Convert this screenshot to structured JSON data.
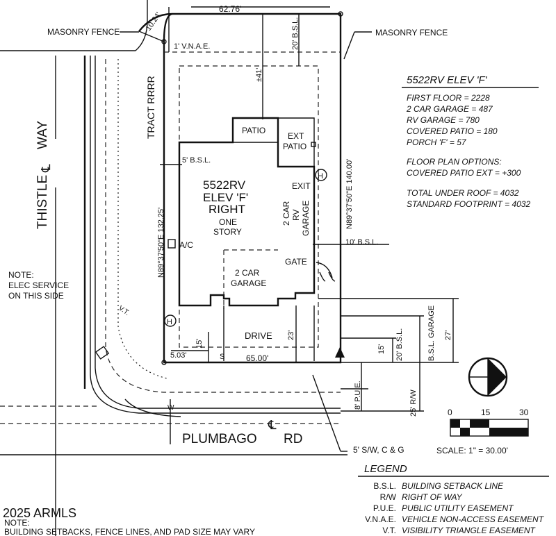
{
  "streets": {
    "thistle": "THISTLE",
    "way": "WAY",
    "plumbago": "PLUMBAGO",
    "rd": "RD",
    "tract": "TRACT RRRR"
  },
  "site_labels": {
    "masonry_fence_left": "MASONRY FENCE",
    "masonry_fence_right": "MASONRY FENCE",
    "vnae": "1' V.N.A.E.",
    "top_dim": "62.76'",
    "corner_dim": "10.24'",
    "rear_bsl": "20' B.S.L.",
    "depth_dim": "±41'",
    "patio": "PATIO",
    "ext_patio_1": "EXT",
    "ext_patio_2": "PATIO",
    "side_bsl": "5' B.S.L.",
    "left_bearing": "N89°37'50\"E  132.25'",
    "right_bearing": "N89°37'50\"E  140.00'",
    "house_1": "5522RV",
    "house_2": "ELEV 'F'",
    "house_3": "RIGHT",
    "house_4": "ONE",
    "house_5": "STORY",
    "exit": "EXIT",
    "rv_garage_1": "2 CAR",
    "rv_garage_2": "RV",
    "rv_garage_3": "GARAGE",
    "ten_bsl": "10' B.S.L.",
    "ac": "A/C",
    "gate": "GATE",
    "garage_1": "2 CAR",
    "garage_2": "GARAGE",
    "drive": "DRIVE",
    "dim_15_left": "15'",
    "dim_23": "23'",
    "dim_503": "5.03'",
    "dim_s": "S",
    "dim_65": "65.00'",
    "note_left_1": "NOTE:",
    "note_left_2": "ELEC SERVICE",
    "note_left_3": "ON THIS SIDE",
    "vt": "V.T.",
    "pue": "8' P.U.E.",
    "rw": "25' R/W",
    "dim_15_right": "15'",
    "dim_20_bsl": "20' B.S.L.",
    "bsl_garage": "B.S.L. GARAGE",
    "dim_27": "27'",
    "sw": "5' S/W, C & G",
    "w_mark": "W",
    "h_mark": "H"
  },
  "info": {
    "title": "5522RV ELEV 'F'",
    "lines": [
      "FIRST FLOOR = 2228",
      "2 CAR GARAGE = 487",
      "RV GARAGE = 780",
      "COVERED PATIO = 180",
      "PORCH 'F' = 57",
      "FLOOR PLAN OPTIONS:",
      "COVERED PATIO EXT = +300",
      "TOTAL UNDER ROOF = 4032",
      "STANDARD FOOTPRINT = 4032"
    ]
  },
  "scale": {
    "ticks": [
      "0",
      "15",
      "30"
    ],
    "label": "SCALE: 1\" = 30.00'"
  },
  "legend": {
    "title": "LEGEND",
    "items": [
      {
        "abbr": "B.S.L.",
        "text": "BUILDING SETBACK LINE"
      },
      {
        "abbr": "R/W",
        "text": "RIGHT OF WAY"
      },
      {
        "abbr": "P.U.E.",
        "text": "PUBLIC UTILITY EASEMENT"
      },
      {
        "abbr": "V.N.A.E.",
        "text": "VEHICLE NON-ACCESS EASEMENT"
      },
      {
        "abbr": "V.T.",
        "text": "VISIBILITY TRIANGLE EASEMENT"
      }
    ]
  },
  "footer": {
    "copyright": "2025 ARMLS",
    "note_label": "NOTE:",
    "note_text": "BUILDING SETBACKS, FENCE LINES, AND PAD SIZE MAY VARY"
  }
}
